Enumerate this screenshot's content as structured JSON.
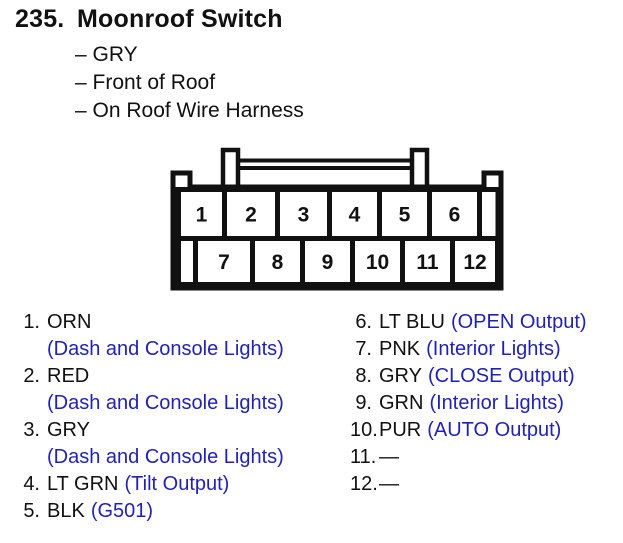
{
  "colors": {
    "text": "#111111",
    "accent_blue": "#2222b2",
    "background": "#ffffff",
    "diagram_line": "#111111"
  },
  "header": {
    "number": "235.",
    "title": "Moonroof Switch"
  },
  "subtitle_lines": [
    "– GRY",
    "– Front of Roof",
    "– On Roof Wire Harness"
  ],
  "connector": {
    "top_pins": [
      "1",
      "2",
      "3",
      "4",
      "5",
      "6"
    ],
    "bottom_pins": [
      "7",
      "8",
      "9",
      "10",
      "11",
      "12"
    ]
  },
  "pins_left": [
    {
      "num": "1.",
      "wire": "ORN",
      "note": "",
      "note2": "(Dash and Console Lights)"
    },
    {
      "num": "2.",
      "wire": "RED",
      "note": "",
      "note2": "(Dash and Console Lights)"
    },
    {
      "num": "3.",
      "wire": "GRY",
      "note": "",
      "note2": "(Dash and Console Lights)"
    },
    {
      "num": "4.",
      "wire": "LT GRN",
      "note": "(Tilt Output)"
    },
    {
      "num": "5.",
      "wire": "BLK",
      "note": "(G501)"
    }
  ],
  "pins_right": [
    {
      "num": "6.",
      "wire": "LT BLU",
      "note": "(OPEN Output)"
    },
    {
      "num": "7.",
      "wire": "PNK",
      "note": "(Interior Lights)"
    },
    {
      "num": "8.",
      "wire": "GRY",
      "note": "(CLOSE Output)"
    },
    {
      "num": "9.",
      "wire": "GRN",
      "note": "(Interior Lights)"
    },
    {
      "num": "10.",
      "wire": "PUR",
      "note": "(AUTO Output)"
    },
    {
      "num": "11.",
      "wire": "—",
      "note": ""
    },
    {
      "num": "12.",
      "wire": "—",
      "note": ""
    }
  ]
}
